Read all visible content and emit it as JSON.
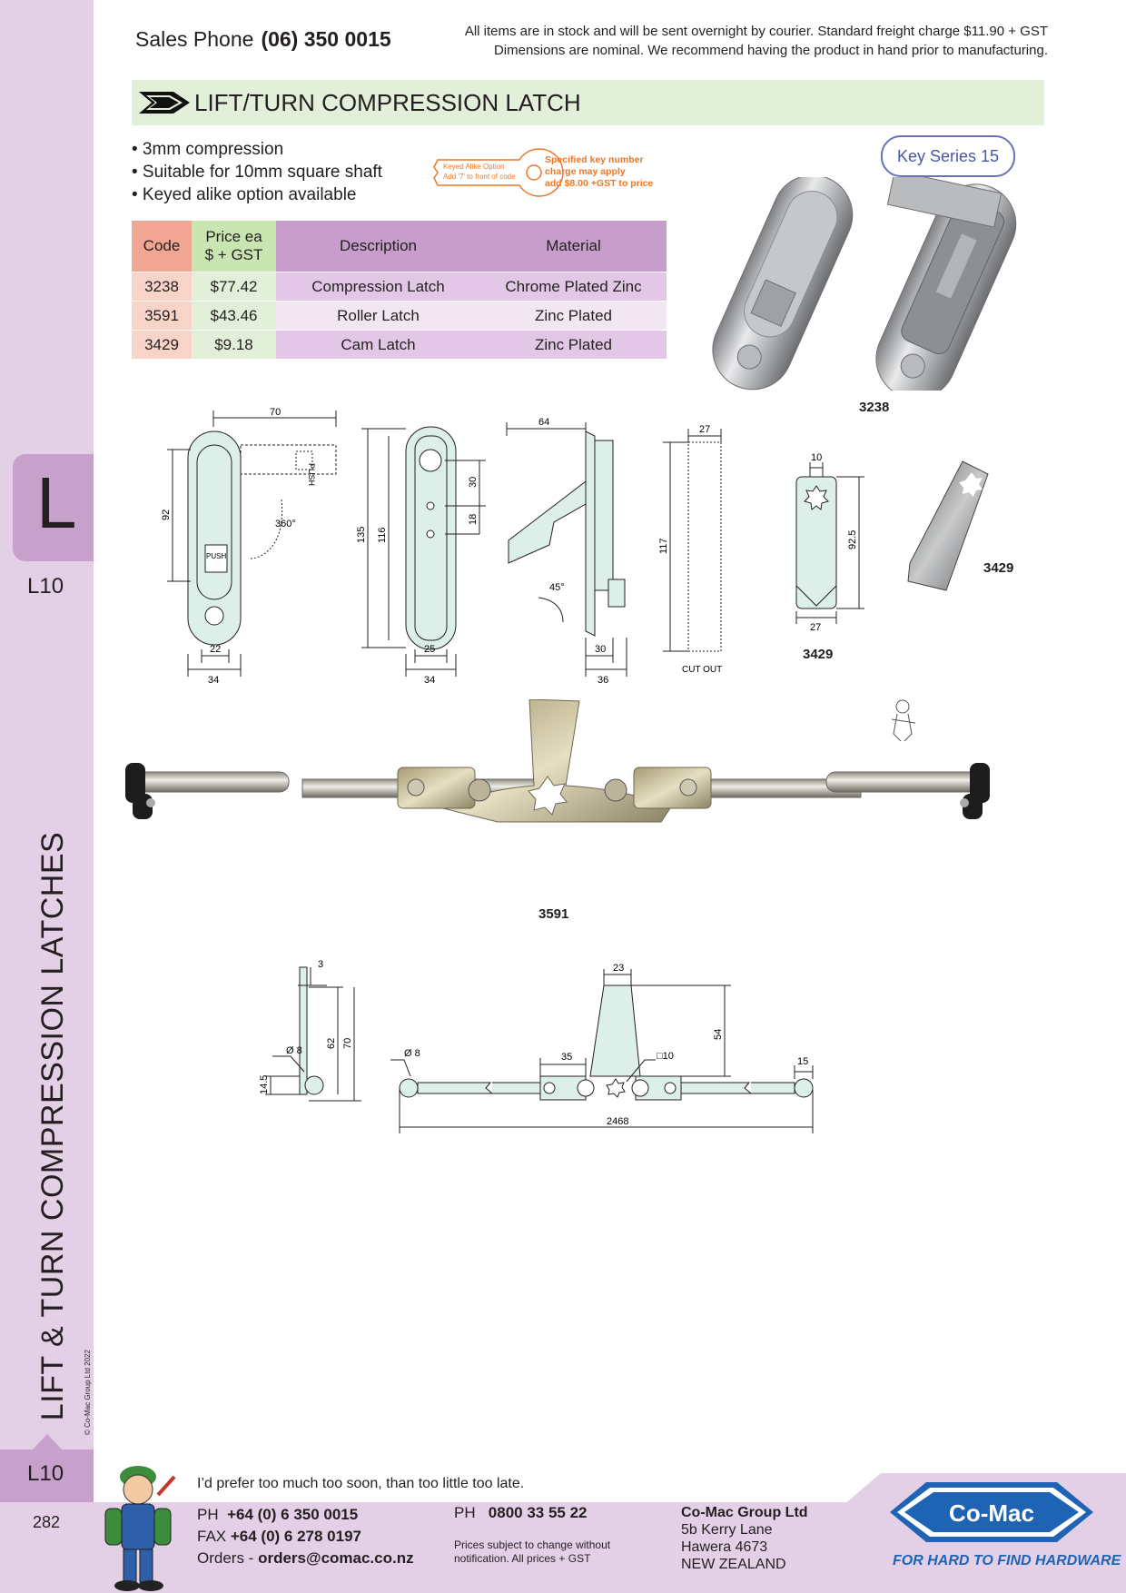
{
  "header": {
    "sales_phone_label": "Sales Phone",
    "sales_phone_number": "(06) 350 0015",
    "note_line1": "All items are in stock and will be sent overnight by courier. Standard freight charge $11.90 + GST",
    "note_line2": "Dimensions are nominal. We recommend having the product in hand prior to manufacturing."
  },
  "section": {
    "title": "LIFT/TURN COMPRESSION LATCH"
  },
  "bullets": [
    "• 3mm compression",
    "• Suitable for 10mm square shaft",
    "• Keyed alike option available"
  ],
  "keyed_option": {
    "key_line1": "Keyed Alike Option",
    "key_line2": "Add '7' to front of code",
    "note_line1": "Specified key number",
    "note_line2": "charge may apply",
    "note_line3": "add $8.00 +GST to price"
  },
  "key_series": "Key Series 15",
  "table": {
    "headers": {
      "code": "Code",
      "price_line1": "Price ea",
      "price_line2": "$ + GST",
      "description": "Description",
      "material": "Material"
    },
    "rows": [
      {
        "code": "3238",
        "price": "$77.42",
        "description": "Compression Latch",
        "material": "Chrome Plated Zinc"
      },
      {
        "code": "3591",
        "price": "$43.46",
        "description": "Roller Latch",
        "material": "Zinc Plated"
      },
      {
        "code": "3429",
        "price": "$9.18",
        "description": "Cam Latch",
        "material": "Zinc Plated"
      }
    ]
  },
  "figures": {
    "photo_3238": "3238",
    "photo_3429": "3429",
    "drawing_3429": "3429",
    "photo_3591": "3591",
    "push_label": "PUSH",
    "cut_out": "CUT OUT",
    "dims_front": {
      "width_top": "70",
      "height": "92",
      "rotation": "360°",
      "inner": "22",
      "outer": "34"
    },
    "dims_side": {
      "overall": "135",
      "inner": "116",
      "d30": "30",
      "d18": "18",
      "w25": "25",
      "w34": "34"
    },
    "dims_profile": {
      "d64": "64",
      "angle": "45°",
      "d30": "30",
      "d36": "36"
    },
    "dims_cutout": {
      "width": "27",
      "height": "117"
    },
    "dims_cam": {
      "top": "10",
      "height": "92.5",
      "width": "27"
    },
    "dims_roller_side": {
      "t": "3",
      "h62": "62",
      "h70": "70",
      "dia": "Ø 8",
      "h14": "14.5"
    },
    "dims_roller_plan": {
      "w23": "23",
      "h54": "54",
      "w35": "35",
      "sq": "□10",
      "dia": "Ø 8",
      "w15": "15",
      "total": "2468"
    }
  },
  "sidebar": {
    "letter": "L",
    "code_top": "L10",
    "vertical_title": "LIFT & TURN COMPRESSION LATCHES",
    "copyright": "© Co-Mac Group Ltd 2022",
    "code_bottom": "L10",
    "page_number": "282"
  },
  "footer": {
    "slogan": "I’d prefer too much too soon, than too little too late.",
    "ph_label": "PH",
    "ph_number": "+64 (0) 6 350 0015",
    "fax_label": "FAX",
    "fax_number": "+64 (0) 6 278 0197",
    "orders_label": "Orders -",
    "orders_email": "orders@comac.co.nz",
    "ph2_label": "PH",
    "ph2_number": "0800 33 55 22",
    "price_note_line1": "Prices subject to change without",
    "price_note_line2": "notification. All prices + GST",
    "company": "Co-Mac Group Ltd",
    "address1": "5b Kerry Lane",
    "address2": "Hawera 4673",
    "address3": "NEW ZEALAND",
    "logo_text": "Co-Mac",
    "tagline": "FOR HARD TO FIND HARDWARE"
  },
  "colors": {
    "sidebar": "#e4d0e6",
    "tab": "#c7a0cb",
    "section_bar": "#e3f0d9",
    "code_header": "#f1a593",
    "price_header": "#c9e5b1",
    "desc_header": "#c69dcb",
    "key_series_border": "#6a71b8",
    "keyed_note": "#ee7623",
    "logo_blue": "#1e63b4",
    "drawing_fill": "#dcefe9"
  }
}
